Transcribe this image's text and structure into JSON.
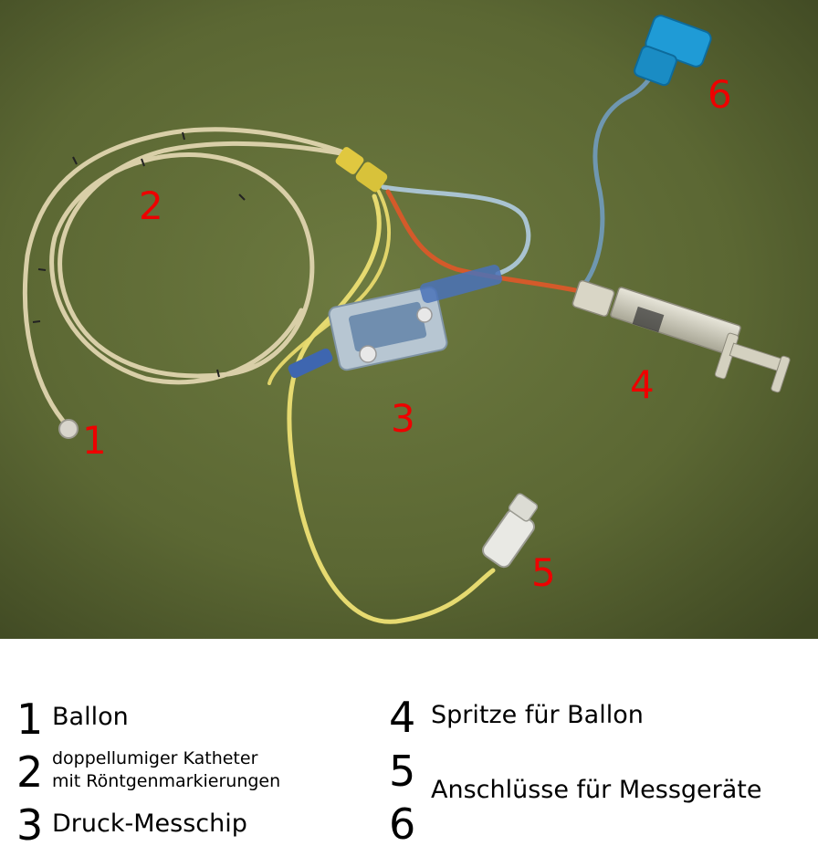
{
  "photo": {
    "labels": [
      "1",
      "2",
      "3",
      "4",
      "5",
      "6"
    ],
    "label_color": "#ee0000",
    "background_color": "#5f6b36"
  },
  "legend": {
    "items": [
      {
        "number": "1",
        "text": "Ballon"
      },
      {
        "number": "2",
        "line1": "doppellumiger Katheter",
        "line2": "mit Röntgenmarkierungen"
      },
      {
        "number": "3",
        "text": "Druck-Messchip"
      },
      {
        "number": "4",
        "text": "Spritze für Ballon"
      },
      {
        "number": "5",
        "text": "Anschlüsse für Messgeräte"
      },
      {
        "number": "6",
        "text": ""
      }
    ]
  }
}
